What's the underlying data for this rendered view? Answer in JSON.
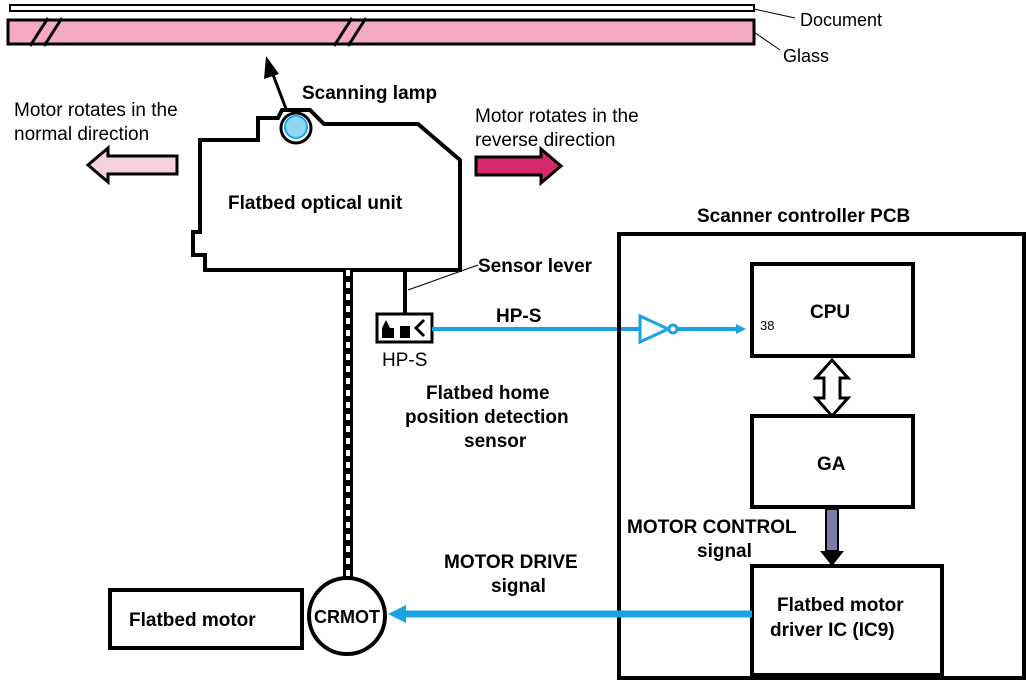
{
  "document_label": "Document",
  "glass_label": "Glass",
  "scanning_lamp_label": "Scanning lamp",
  "motor_normal": {
    "line1": "Motor rotates in the",
    "line2": "normal direction"
  },
  "motor_reverse": {
    "line1": "Motor rotates in the",
    "line2": "reverse direction"
  },
  "optical_unit_label": "Flatbed optical unit",
  "sensor_lever_label": "Sensor lever",
  "sensor_short_label": "HP-S",
  "hps_signal_label": "HP-S",
  "sensor_name": {
    "line1": "Flatbed home",
    "line2": "position detection",
    "line3": "sensor"
  },
  "pcb_label": "Scanner controller PCB",
  "cpu_label": "CPU",
  "cpu_pin": "38",
  "ga_label": "GA",
  "motor_control": {
    "line1": "MOTOR CONTROL",
    "line2": "signal"
  },
  "motor_drive": {
    "line1": "MOTOR DRIVE",
    "line2": "signal"
  },
  "driver_ic": {
    "line1": "Flatbed motor",
    "line2": "driver IC (IC9)"
  },
  "flatbed_motor_label": "Flatbed motor",
  "crmot_label": "CRMOT",
  "colors": {
    "glass_fill": "#f4a9c4",
    "signal_blue": "#1aa3e0",
    "normal_arrow": "#f7d0de",
    "reverse_arrow": "#d6286a",
    "control_arrow": "#7c7aa8",
    "lamp_fill": "#8fd6f5"
  }
}
